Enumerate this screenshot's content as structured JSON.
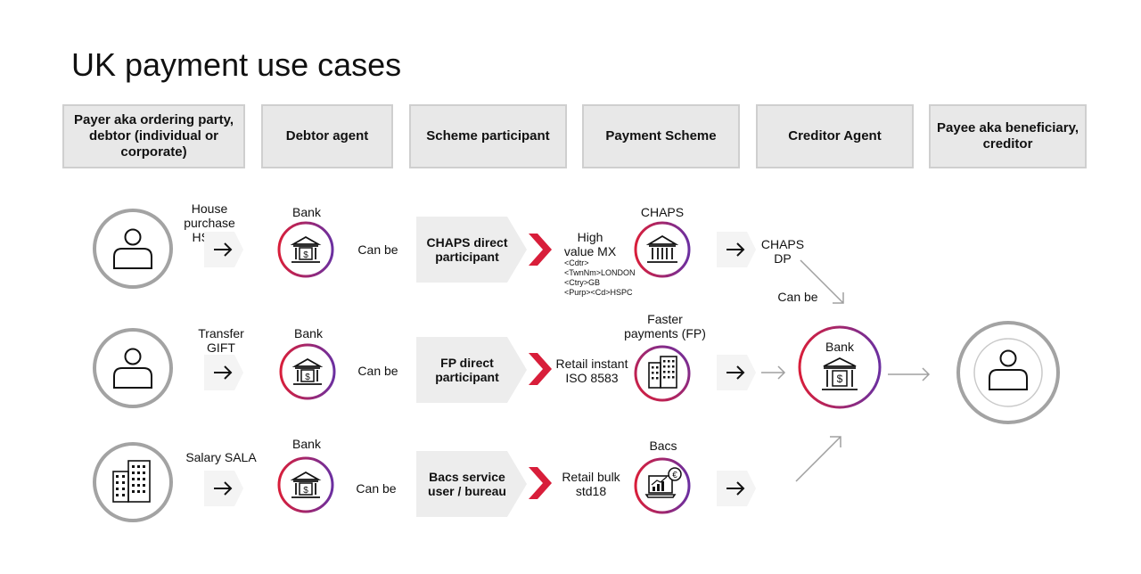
{
  "title": "UK payment use cases",
  "headers": [
    "Payer aka ordering party, debtor (individual or corporate)",
    "Debtor agent",
    "Scheme participant",
    "Payment Scheme",
    "Creditor Agent",
    "Payee aka beneficiary, creditor"
  ],
  "rows": [
    {
      "purpose_line1": "House purchase",
      "purpose_line2": "HSPC",
      "agent": "Bank",
      "can_be": "Can be",
      "participant_line1": "CHAPS direct",
      "participant_line2": "participant",
      "message_line1": "High",
      "message_line2": "value MX",
      "xml": [
        "<Cdtr>",
        "<TwnNm>LONDON",
        "<Ctry>GB",
        "<Purp><Cd>HSPC"
      ],
      "scheme": "CHAPS",
      "dp_line1": "CHAPS",
      "dp_line2": "DP"
    },
    {
      "purpose_line1": "Transfer",
      "purpose_line2": "GIFT",
      "agent": "Bank",
      "can_be": "Can be",
      "participant_line1": "FP direct",
      "participant_line2": "participant",
      "message_line1": "Retail instant",
      "message_line2": "ISO 8583",
      "scheme_line1": "Faster",
      "scheme_line2": "payments (FP)"
    },
    {
      "purpose_line1": "Salary SALA",
      "agent": "Bank",
      "can_be": "Can be",
      "participant_line1": "Bacs service",
      "participant_line2": "user / bureau",
      "message_line1": "Retail bulk",
      "message_line2": "std18",
      "scheme": "Bacs"
    }
  ],
  "creditor": {
    "can_be": "Can be",
    "bank": "Bank"
  },
  "colors": {
    "accent_red": "#d81e3a",
    "accent_purple": "#6b2fa0",
    "gray": "#a0a0a0"
  }
}
